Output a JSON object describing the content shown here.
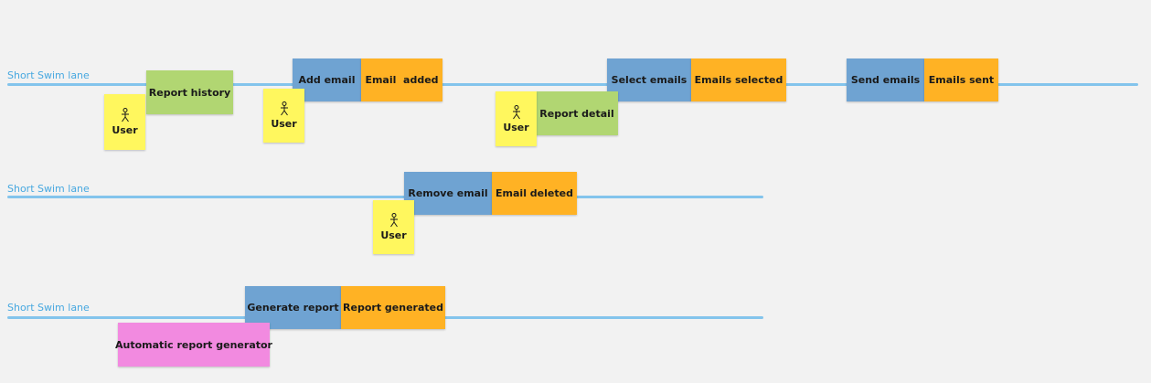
{
  "colors": {
    "background": "#f2f2f2",
    "lane": "#83c4ec",
    "lane_label": "#47a8e0",
    "command": "#6fa3d2",
    "event": "#ffb224",
    "read_model": "#b1d672",
    "actor": "#fff75e",
    "policy": "#f28ae0"
  },
  "lanes": [
    {
      "label": "Short Swim lane"
    },
    {
      "label": "Short Swim lane"
    },
    {
      "label": "Short Swim lane"
    }
  ],
  "lane1": {
    "user_a": {
      "label": "User",
      "icon": "person-icon"
    },
    "report_history": "Report history",
    "user_b": {
      "label": "User",
      "icon": "person-icon"
    },
    "add_email": "Add email",
    "email_added": "Email  added",
    "user_c": {
      "label": "User",
      "icon": "person-icon"
    },
    "report_detail": "Report detail",
    "select_emails": "Select emails",
    "emails_selected": "Emails selected",
    "send_emails": "Send emails",
    "emails_sent": "Emails sent"
  },
  "lane2": {
    "remove_email": "Remove email",
    "email_deleted": "Email deleted",
    "user": {
      "label": "User",
      "icon": "person-icon"
    }
  },
  "lane3": {
    "generate_report": "Generate report",
    "report_generated": "Report generated",
    "automatic_report_generator": "Automatic report generator"
  }
}
